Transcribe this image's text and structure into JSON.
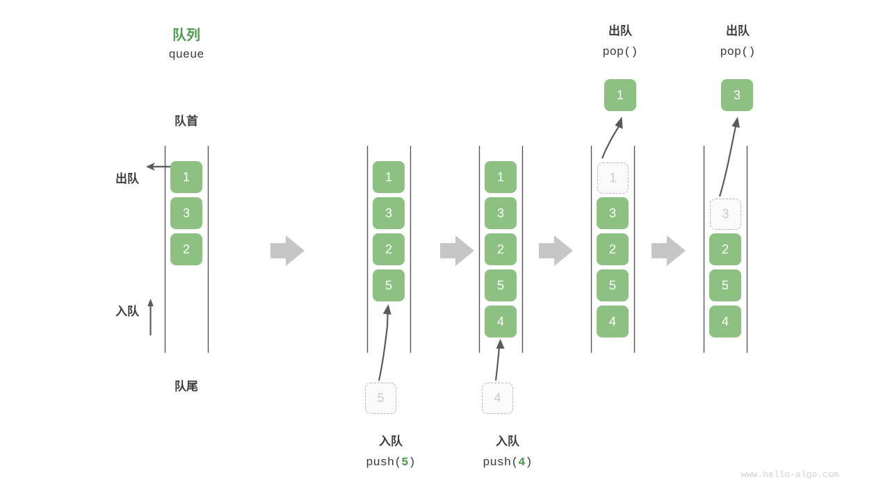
{
  "watermark": "www.hello-algo.com",
  "labels": {
    "title_cn": "队列",
    "title_en": "queue",
    "front": "队首",
    "rear": "队尾",
    "dequeue": "出队",
    "enqueue": "入队"
  },
  "colors": {
    "accent_green": "#4a9b4a",
    "cell_green": "#8cc182",
    "cell_text": "#ffffff",
    "ghost_fill": "#fafafa",
    "ghost_border": "#b5b5b5",
    "ghost_text": "#c9c9c9",
    "rail": "#555555",
    "flow_arrow": "#c6c6c6",
    "text": "#3c3c3c",
    "watermark": "#d2d2d2"
  },
  "side_axis": {
    "dequeue_label": "出队",
    "enqueue_label": "入队"
  },
  "panels": [
    {
      "id": "initial",
      "header_cn": "队列",
      "header_en": "queue",
      "cells": [
        "1",
        "3",
        "2"
      ],
      "ghost": null,
      "popped": null,
      "caption_cn": null,
      "caption_code": null
    },
    {
      "id": "push-5",
      "header_cn": null,
      "header_en": null,
      "cells": [
        "1",
        "3",
        "2",
        "5"
      ],
      "ghost": "5",
      "popped": null,
      "caption_cn": "入队",
      "caption_code_prefix": "push(",
      "caption_code_num": "5",
      "caption_code_suffix": ")"
    },
    {
      "id": "push-4",
      "header_cn": null,
      "header_en": null,
      "cells": [
        "1",
        "3",
        "2",
        "5",
        "4"
      ],
      "ghost": "4",
      "popped": null,
      "caption_cn": "入队",
      "caption_code_prefix": "push(",
      "caption_code_num": "4",
      "caption_code_suffix": ")"
    },
    {
      "id": "pop-1",
      "header_cn": "出队",
      "header_en": "pop()",
      "cells": [
        "3",
        "2",
        "5",
        "4"
      ],
      "ghost_top": "1",
      "popped": "1",
      "caption_cn": null,
      "caption_code": null
    },
    {
      "id": "pop-3",
      "header_cn": "出队",
      "header_en": "pop()",
      "cells": [
        "2",
        "5",
        "4"
      ],
      "ghost_row2": "3",
      "popped": "3",
      "caption_cn": null,
      "caption_code": null
    }
  ],
  "flow_arrows": [
    "flow-1",
    "flow-2",
    "flow-3",
    "flow-4"
  ]
}
